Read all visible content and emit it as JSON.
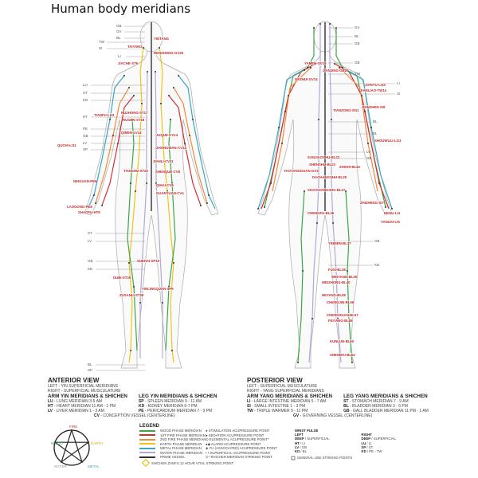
{
  "title": "Human body meridians",
  "anterior": {
    "view_title": "ANTERIOR VIEW",
    "left_desc": "LEFT - YIN SUPERFICIAL MERIDIANS",
    "right_desc": "RIGHT - SUPERFICIAL MUSCULATURE",
    "arm_heading": "ARM YIN MERIDIANS & SHICHEN",
    "leg_heading": "LEG YIN MERIDIANS & SHICHEN",
    "arm": [
      {
        "code": "LU",
        "text": " - LUNG MERIDIAN 3-5 AM"
      },
      {
        "code": "HT",
        "text": " - HEART MERIDIAN 11 AM - 1 PM"
      },
      {
        "code": "LV",
        "text": " - LIVER MERIDIAN 1 - 3 AM"
      }
    ],
    "leg": [
      {
        "code": "SP",
        "text": " - SPLEEN MERIDIAN 9 - 11 AM"
      },
      {
        "code": "KD",
        "text": " - KIDNEY MERIDIAN 5-7 PM"
      },
      {
        "code": "PE",
        "text": " - PERICARDIUM MERIDIAN 7 - 9 PM"
      }
    ],
    "vessel": {
      "code": "CV",
      "text": " - CONCEPTION VESSEL (CENTERLINE)"
    },
    "markers": [
      "GB",
      "GV",
      "BL",
      "TW",
      "SI",
      "LI",
      "LU",
      "ST",
      "KD",
      "HT",
      "PE",
      "GB",
      "LV",
      "SP",
      "ST",
      "LV",
      "GB",
      "KD",
      "BL",
      "SP"
    ],
    "points": [
      "YINTANG",
      "TAIYANG",
      "RENZHONG-GV26",
      "JIACHE-ST6",
      "TIANFU-LU3",
      "RUZHONG-ST17",
      "RUGEN-ST18",
      "QIMEN-LV14",
      "JUQUE-CV14",
      "QUCHI-LI11",
      "ZHONGWAN-CV12",
      "JIANLI-CV11",
      "TIANSHU-ST25",
      "SHENQUE-CV8",
      "QIHAI-CV6",
      "GUANYUAN-CV4",
      "NEIGUAN-PE6",
      "LAOGONG-PE8",
      "SHAOFU-HT8",
      "XUEHAI-SP10",
      "DUBI-ST35",
      "ZUSANLI-ST36",
      "YINLINGQUAN-SP9"
    ]
  },
  "posterior": {
    "view_title": "POSTERIOR VIEW",
    "left_desc": "LEFT - SUPERFICIAL MUSCULATURE",
    "right_desc": "RIGHT - YANG SUPERFICIAL MERIDIANS",
    "arm_heading": "ARM YANG MERIDIANS & SHICHEN",
    "leg_heading": "LEG YANG MERIDIANS & SHICHEN",
    "arm": [
      {
        "code": "LI",
        "text": " - LARGE INTESTINE MERIDIAN 5 - 7 AM"
      },
      {
        "code": "SI",
        "text": " - SMALL INTESTINE 1 - 3 PM"
      },
      {
        "code": "TW",
        "text": " - TRIPLE WARMER 9 - 11 PM"
      }
    ],
    "leg": [
      {
        "code": "ST",
        "text": " - STOMACH MERIDIAN 7 - 9 AM"
      },
      {
        "code": "BL",
        "text": " - BLADDER MERIDIAN 3 - 5 PM"
      },
      {
        "code": "GB",
        "text": " - GALL BLADDER MERIDIAN 11 PM - 1 AM"
      }
    ],
    "vessel": {
      "code": "GV",
      "text": " - GOVERNING VESSEL (CENTERLINE)"
    },
    "markers": [
      "GV",
      "BL",
      "GB",
      "GB",
      "TW",
      "LI",
      "SI",
      "BL",
      "BL",
      "LV",
      "GB",
      "GB",
      "KD"
    ],
    "points": [
      "YAMEN-GV15",
      "JIANJING-GB21",
      "DAZHUI-GV14",
      "JIANYU-LI15",
      "JIANLIAO-TW14",
      "JIANZHEN-SI9",
      "TIANZONG-SI11",
      "SHOUWULI-LI13",
      "SANJIAOSHU-BL22",
      "SHENSHU-BL23",
      "ZHISHI-BL52",
      "YAOYANGGUAN-GV3",
      "DACHANGSHU-BL25",
      "XIAOCHANGSHU-BL27",
      "ZHIZHENG-SI7",
      "HEGU-LI4",
      "YANGXI-LI5",
      "CHENGFU-BL36",
      "YINMEN-BL37",
      "FUXI-BL38",
      "WEIYANG-BL39",
      "WEIZHONG-BL40",
      "HEYANG-BL55",
      "CHENGJIN-BL56",
      "CHENGSHAN-BL57",
      "FEIYANG-BL58",
      "KUNLUN-BL60",
      "SHENMAI-BL62"
    ]
  },
  "five_phases": {
    "fire": "FIRE",
    "earth": "EARTH",
    "metal": "METAL",
    "water": "WATER",
    "wood": "WOOD"
  },
  "legend": {
    "title": "LEGEND",
    "lines": [
      {
        "label": "WOOD PHASE MERIDIAN",
        "color": "#3aa64a"
      },
      {
        "label": "1ST FIRE PHASE MERIDIAN",
        "color": "#d32f2f"
      },
      {
        "label": "2ND FIRE PHASE MERIDIAN",
        "color": "#f08a3c"
      },
      {
        "label": "EARTH PHASE MERIDIAN",
        "color": "#f2c21b"
      },
      {
        "label": "METAL PHASE MERIDIAN",
        "color": "#3aa7c4"
      },
      {
        "label": "WATER PHASE MERIDIAN",
        "color": "#b3a8d6"
      },
      {
        "label": "PRIME VESSEL",
        "color": "#333333"
      }
    ],
    "symbols": [
      "STIMULATION ACUPRESSURE POINT",
      "SEDATION ACUPRESSURE POINT",
      "ELEMENTAL ACUPRESSURE POINT*",
      "ALARM ACUPRESSURE POINT",
      "YU (ASSOCIATED) ACUPRESSURE POINT",
      "SUPERFICIAL ACUPRESSURE POINT",
      "*SHICHEN MERIDIAN STRIKING POINT"
    ],
    "shichen": "SHICHEN ZANFU 12 HOUR VITAL STRIKING POINT",
    "general": "GENERAL USE STRIKING POINTS"
  },
  "wrist_pulse": {
    "title": "WRIST PULSE",
    "left": {
      "heading": "LEFT",
      "rows": [
        [
          "DEEP",
          " / SUPERFICIAL"
        ],
        [
          "HT",
          " / LI"
        ],
        [
          "LV",
          " / GB"
        ],
        [
          "KD",
          " / BL"
        ]
      ]
    },
    "right": {
      "heading": "RIGHT",
      "rows": [
        [
          "DEEP",
          " / SUPERFICIAL"
        ],
        [
          "LU",
          " / LI"
        ],
        [
          "SP",
          " / ST"
        ],
        [
          "KD",
          " / PE - TW"
        ]
      ]
    }
  }
}
